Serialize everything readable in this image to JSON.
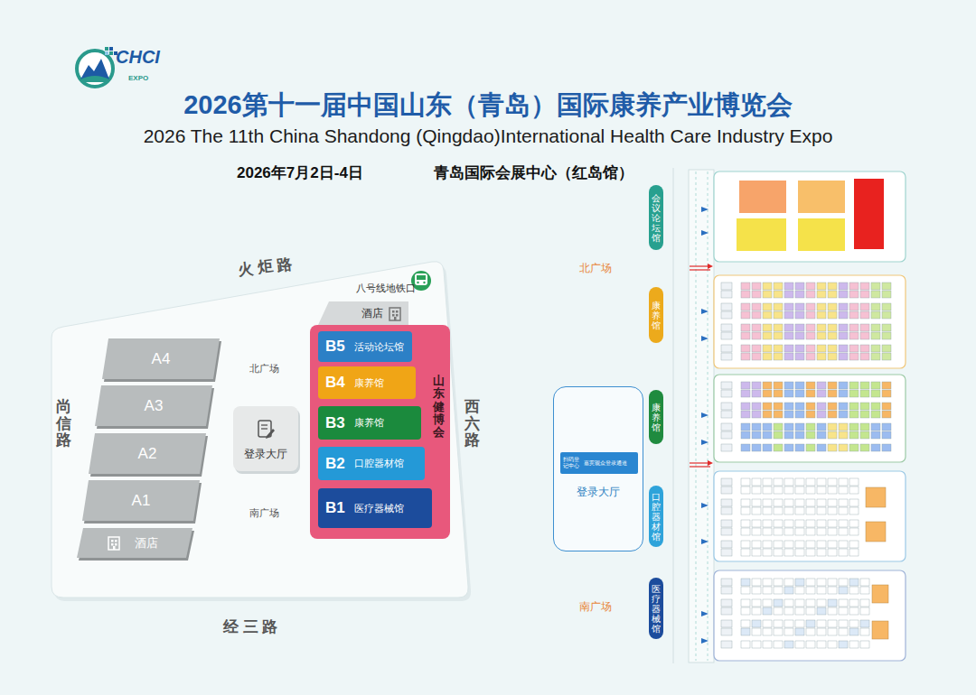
{
  "diagram": {
    "title": "2026第十一届中国山东（青岛）国际康养产业博览会",
    "nodes": [
      {
        "text": [
          "A4"
        ]
      },
      {
        "text": [
          "A3"
        ]
      },
      {
        "text": [
          "A2"
        ]
      },
      {
        "text": [
          "A1"
        ]
      },
      {
        "text": [
          "酒店"
        ]
      },
      {
        "text": [
          "登录大厅"
        ]
      },
      {
        "text": [
          "酒店"
        ]
      },
      {
        "text": [
          "山东健博会"
        ]
      },
      {
        "text": [
          "B5",
          "活动论坛馆"
        ],
        "in": 7
      },
      {
        "text": [
          "B4",
          "康养馆"
        ],
        "in": 7
      },
      {
        "text": [
          "B3",
          "康养馆"
        ],
        "in": 7
      },
      {
        "text": [
          "B2",
          "口腔器材馆"
        ],
        "in": 7
      },
      {
        "text": [
          "B1",
          "医疗器械馆"
        ],
        "in": 7
      },
      {
        "text": [
          "会议论坛馆"
        ]
      },
      {
        "text": [
          "康养馆"
        ]
      },
      {
        "text": [
          "康养馆"
        ]
      },
      {
        "text": [
          "口腔器材馆"
        ]
      },
      {
        "text": [
          "医疗器械馆"
        ]
      },
      {
        "text": [
          "登录大厅"
        ]
      },
      {
        "text": [
          "扫码登记中心",
          "嘉宾观众登录通道"
        ],
        "in": 18
      }
    ],
    "labels": [
      "CHCI",
      "EXPO",
      "2026 The 11th China Shandong (Qingdao)International Health Care Industry Expo",
      "2026年7月2日-4日",
      "青岛国际会展中心（红岛馆）",
      "火 炬 路",
      "八号线地铁口",
      "北广场",
      "南广场",
      "尚信路",
      "西六路",
      "经 三 路",
      "北广场",
      "南广场"
    ]
  }
}
